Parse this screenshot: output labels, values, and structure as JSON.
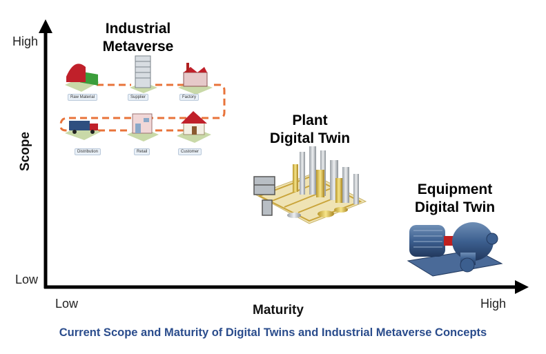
{
  "axes": {
    "y_high": "High",
    "y_low": "Low",
    "y_title": "Scope",
    "x_low": "Low",
    "x_high": "High",
    "x_title": "Maturity"
  },
  "concepts": {
    "industrial_metaverse": {
      "line1": "Industrial",
      "line2": "Metaverse",
      "nodes": [
        "Raw Material",
        "Supplier",
        "Factory",
        "Distribution",
        "Retail",
        "Customer"
      ]
    },
    "plant_digital_twin": {
      "line1": "Plant",
      "line2": "Digital Twin"
    },
    "equipment_digital_twin": {
      "line1": "Equipment",
      "line2": "Digital Twin"
    }
  },
  "caption": "Current Scope and Maturity of Digital Twins and Industrial Metaverse Concepts",
  "colors": {
    "caption": "#2a4c8c",
    "axis": "#000000",
    "chain_connector": "#e8733a"
  }
}
